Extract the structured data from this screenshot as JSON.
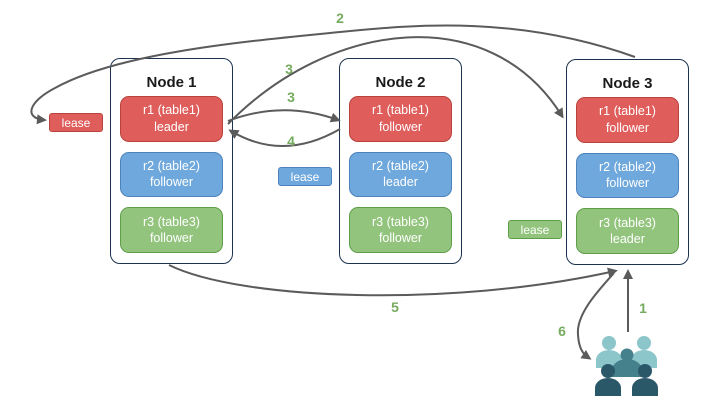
{
  "colors": {
    "bg": "#ffffff",
    "node-border": "#1c3350",
    "text-dark": "#1a1a1a",
    "replica-red": "#df5e5c",
    "replica-red-border": "#b8423c",
    "replica-blue": "#6fa8dc",
    "replica-blue-border": "#4d82bc",
    "replica-green": "#93c47d",
    "replica-green-border": "#5f9e49",
    "lease-red-border": "#b8423c",
    "lease-blue-border": "#4d82bc",
    "lease-green-border": "#5f9e49",
    "arrow": "#5b5b5b",
    "step-green": "#76ab5f",
    "users-light": "#8cc6ca",
    "users-mid": "#45808d",
    "users-dark": "#2a5869"
  },
  "diagram": {
    "nodes": [
      {
        "title": "Node 1",
        "replicas": [
          {
            "name": "r1 (table1)",
            "role": "leader",
            "color": "red"
          },
          {
            "name": "r2 (table2)",
            "role": "follower",
            "color": "blue"
          },
          {
            "name": "r3 (table3)",
            "role": "follower",
            "color": "green"
          }
        ]
      },
      {
        "title": "Node 2",
        "replicas": [
          {
            "name": "r1 (table1)",
            "role": "follower",
            "color": "red"
          },
          {
            "name": "r2 (table2)",
            "role": "leader",
            "color": "blue"
          },
          {
            "name": "r3 (table3)",
            "role": "follower",
            "color": "green"
          }
        ]
      },
      {
        "title": "Node 3",
        "replicas": [
          {
            "name": "r1 (table1)",
            "role": "follower",
            "color": "red"
          },
          {
            "name": "r2 (table2)",
            "role": "follower",
            "color": "blue"
          },
          {
            "name": "r3 (table3)",
            "role": "leader",
            "color": "green"
          }
        ]
      }
    ],
    "leases": [
      {
        "label": "lease",
        "color": "red"
      },
      {
        "label": "lease",
        "color": "blue"
      },
      {
        "label": "lease",
        "color": "green"
      }
    ],
    "labels": {
      "step1": "1",
      "step2": "2",
      "step3a": "3",
      "step3b": "3",
      "step4": "4",
      "step5": "5",
      "step6": "6"
    },
    "users_icon": "users-group-icon"
  }
}
